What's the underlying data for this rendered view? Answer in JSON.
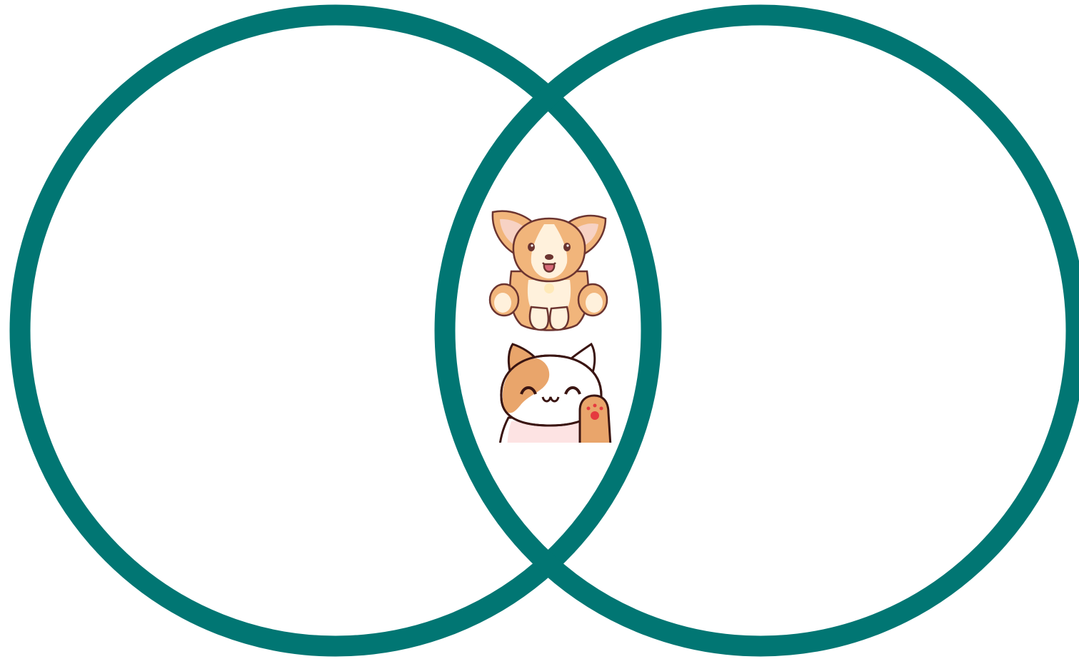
{
  "diagram": {
    "type": "venn",
    "sets": [
      {
        "id": "left",
        "members": []
      },
      {
        "id": "right",
        "members": []
      }
    ],
    "intersection": {
      "members": [
        "corgi-puppy-sticker",
        "calico-cat-sticker"
      ]
    }
  },
  "colors": {
    "circle_stroke": "#017673",
    "background": "#ffffff",
    "corgi_fur": "#f1b57b",
    "corgi_cream": "#fff1dc",
    "corgi_outline": "#6b3430",
    "corgi_tongue": "#d86a78",
    "cat_patch": "#e9a56b",
    "cat_white": "#ffffff",
    "cat_outline": "#3a1512",
    "cat_blush": "#fde3e3",
    "cat_heart": "#e53a3f"
  }
}
